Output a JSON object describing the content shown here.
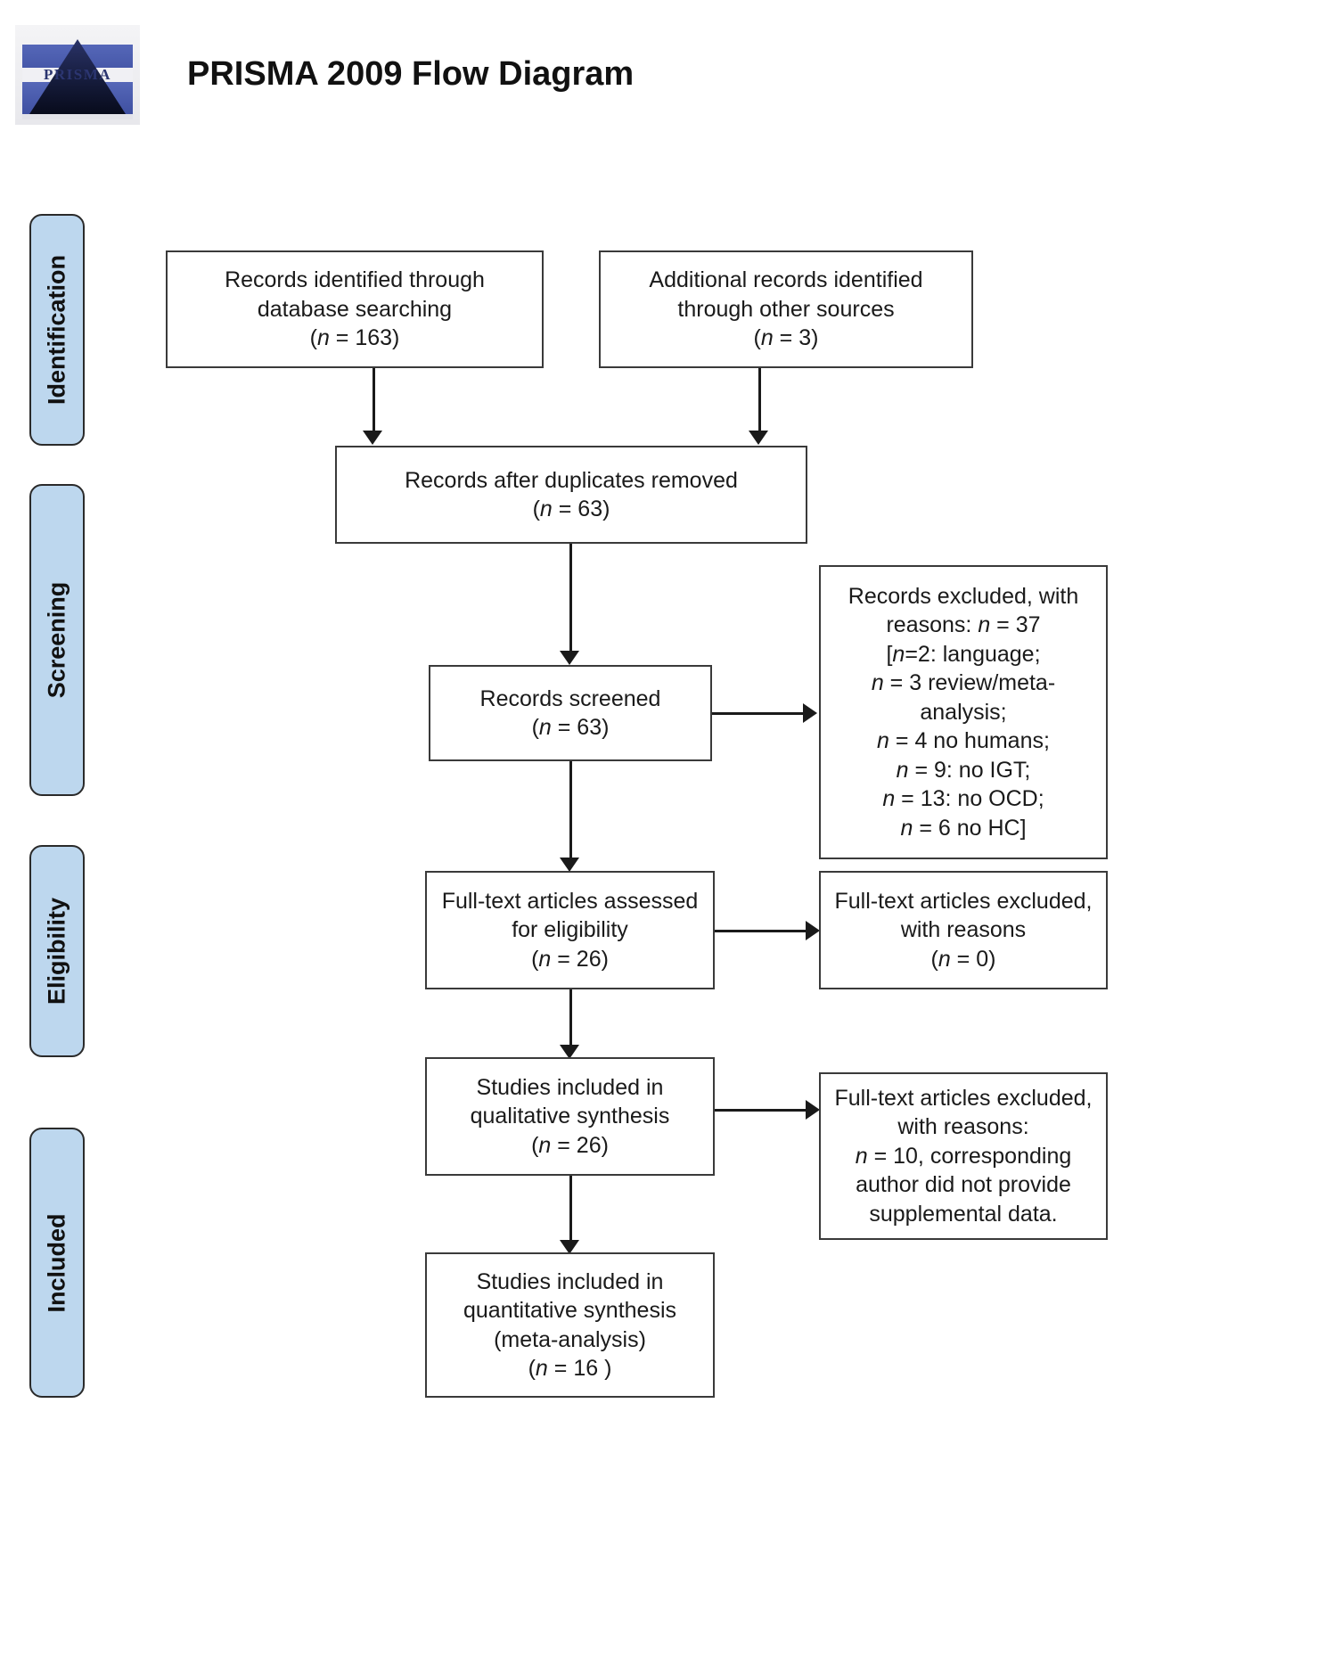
{
  "header": {
    "title": "PRISMA 2009 Flow Diagram",
    "logo_alt": "PRISMA"
  },
  "stages": [
    {
      "id": "identification",
      "label": "Identification"
    },
    {
      "id": "screening",
      "label": "Screening"
    },
    {
      "id": "eligibility",
      "label": "Eligibility"
    },
    {
      "id": "included",
      "label": "Included"
    }
  ],
  "boxes": {
    "records_db": {
      "line1": "Records identified through",
      "line2": "database searching",
      "n_prefix": "(",
      "n_italic": "n",
      "n_value": " = 163)"
    },
    "records_other": {
      "line1": "Additional records identified",
      "line2": "through other sources",
      "n_prefix": "(",
      "n_italic": "n",
      "n_value": " = 3)"
    },
    "duplicates_removed": {
      "line1": "Records after duplicates removed",
      "n_prefix": "(",
      "n_italic": "n",
      "n_value": " = 63)"
    },
    "records_screened": {
      "line1": "Records screened",
      "n_prefix": "(",
      "n_italic": "n",
      "n_value": " = 63)"
    },
    "records_excluded": {
      "line1a": "Records excluded, with",
      "line2a": "reasons: ",
      "line2b": "n",
      "line2c": " = 37",
      "line3a": "[",
      "line3b": "n",
      "line3c": "=2: language;",
      "line4a": "n",
      "line4b": " = 3 review/meta-",
      "line5": "analysis;",
      "line6a": "n",
      "line6b": " = 4 no humans;",
      "line7a": "n",
      "line7b": " = 9: no IGT;",
      "line8a": "n",
      "line8b": " = 13: no OCD;",
      "line9a": "n",
      "line9b": " = 6 no HC]"
    },
    "fulltext_assessed": {
      "line1": "Full-text articles assessed",
      "line2": "for eligibility",
      "n_prefix": "(",
      "n_italic": "n",
      "n_value": " = 26)"
    },
    "fulltext_excluded_1": {
      "line1": "Full-text articles excluded,",
      "line2": "with reasons",
      "n_prefix": "(",
      "n_italic": "n",
      "n_value": " = 0)"
    },
    "qualitative": {
      "line1": "Studies included in",
      "line2": "qualitative synthesis",
      "n_prefix": "(",
      "n_italic": "n",
      "n_value": " = 26)"
    },
    "fulltext_excluded_2": {
      "line1": "Full-text articles excluded,",
      "line2": "with reasons:",
      "line3a": "n",
      "line3b": " = 10, corresponding",
      "line4": "author did not provide",
      "line5": "supplemental data."
    },
    "quantitative": {
      "line1": "Studies included in",
      "line2": "quantitative synthesis",
      "line3": "(meta-analysis)",
      "n_prefix": "(",
      "n_italic": "n",
      "n_value": " = 16 )"
    }
  },
  "colors": {
    "pill_fill": "#bdd7ee",
    "pill_border": "#2a2a2a",
    "box_border": "#3a3a3a",
    "connector": "#1a1a1a",
    "text": "#1a1a1a"
  }
}
